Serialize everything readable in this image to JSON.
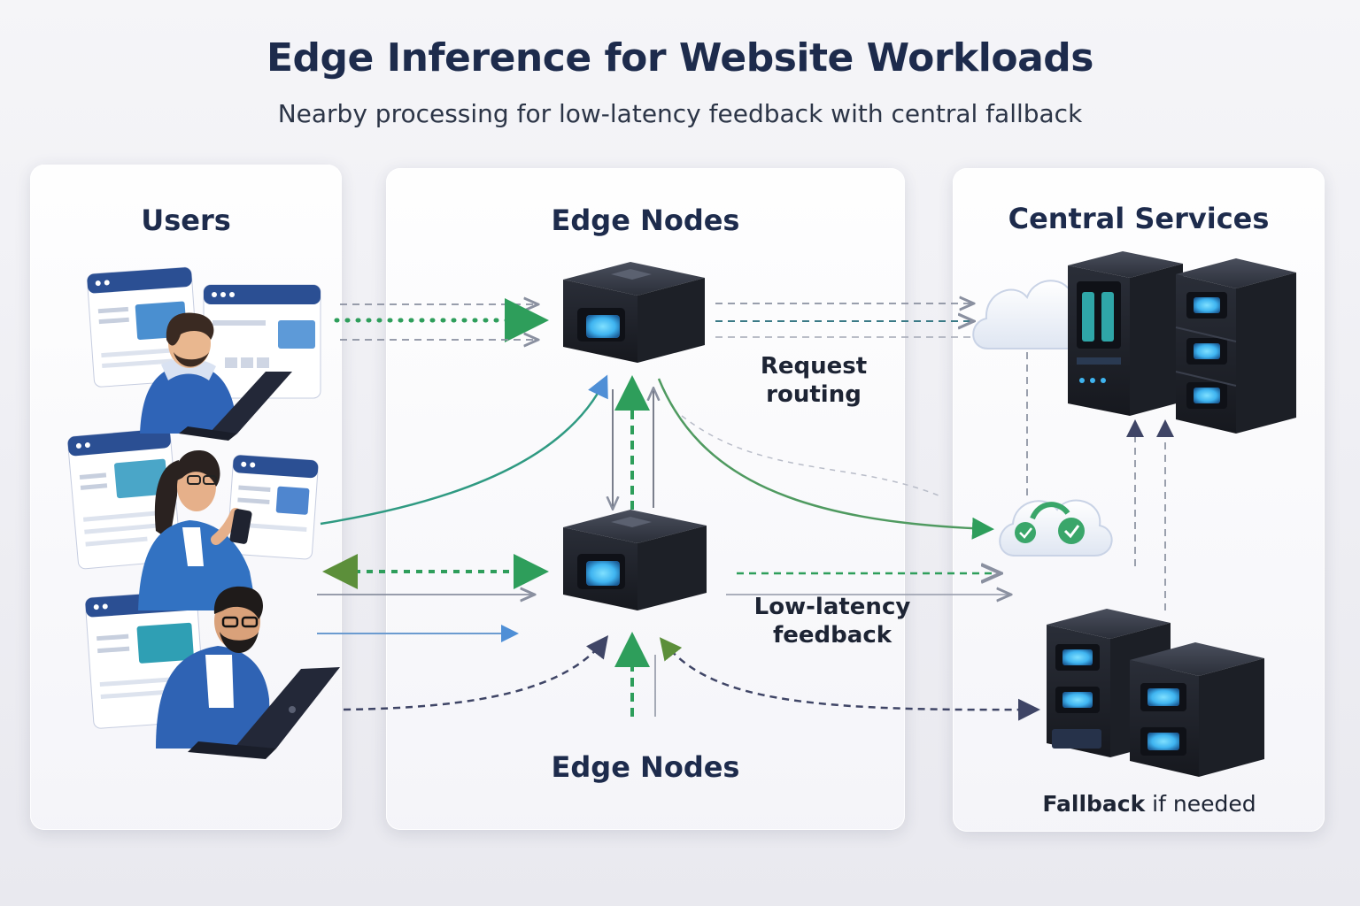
{
  "title": "Edge Inference for Website Workloads",
  "subtitle": "Nearby processing for low-latency feedback with central fallback",
  "panels": {
    "users": "Users",
    "edge_top": "Edge Nodes",
    "edge_bottom": "Edge Nodes",
    "central": "Central Services"
  },
  "labels": {
    "request_routing_line1": "Request",
    "request_routing_line2": "routing",
    "low_latency_line1": "Low-latency",
    "low_latency_line2": "feedback",
    "fallback_strong": "Fallback",
    "fallback_rest": " if needed"
  },
  "colors": {
    "accent_green": "#2e9e5b",
    "accent_blue": "#2f7ecb",
    "server_body": "#23262f",
    "screen_glow": "#3fb4f0",
    "arrow_gray": "#8a90a0",
    "arrow_navy": "#3f4566"
  },
  "icons": [
    "browser-window-icon",
    "laptop-icon",
    "smartphone-icon",
    "edge-server-icon",
    "server-rack-icon",
    "cloud-icon",
    "check-icon"
  ]
}
